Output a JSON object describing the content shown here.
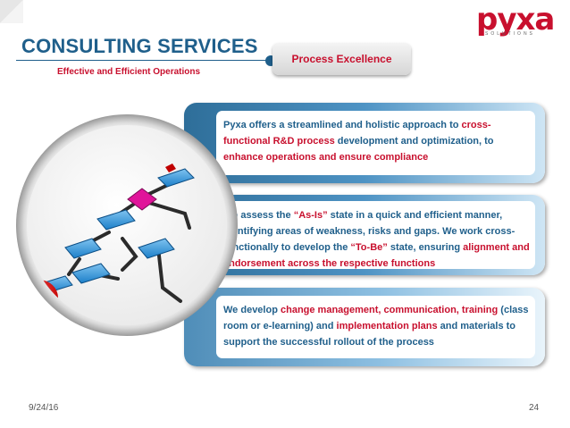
{
  "header": {
    "title": "CONSULTING SERVICES",
    "subtitle": "Effective and Efficient Operations",
    "tab_label": "Process Excellence"
  },
  "logo": {
    "wordmark": "pyxa",
    "tagline": "SOLUTIONS"
  },
  "panels": [
    {
      "runs": [
        {
          "t": "Pyxa offers a streamlined and holistic approach to ",
          "hl": false
        },
        {
          "t": "cross-functional R&D process",
          "hl": true
        },
        {
          "t": " development and optimization, to ",
          "hl": false
        },
        {
          "t": "enhance operations and ensure compliance",
          "hl": true
        }
      ]
    },
    {
      "runs": [
        {
          "t": "We assess the ",
          "hl": false
        },
        {
          "t": "“As-Is”",
          "hl": true
        },
        {
          "t": " state in a quick and efficient manner, identifying areas of weakness, risks and gaps. We work cross-functionally to develop the ",
          "hl": false
        },
        {
          "t": "“To-Be”",
          "hl": true
        },
        {
          "t": " state, ensuring ",
          "hl": false
        },
        {
          "t": "alignment and endorsement across the respective functions",
          "hl": true
        }
      ]
    },
    {
      "runs": [
        {
          "t": "We develop ",
          "hl": false
        },
        {
          "t": "change management, communication, training",
          "hl": true
        },
        {
          "t": " (class room or e-learning) and ",
          "hl": false
        },
        {
          "t": "implementation plans",
          "hl": true
        },
        {
          "t": " and materials to support the successful rollout of the process",
          "hl": false
        }
      ]
    }
  ],
  "footer": {
    "date": "9/24/16",
    "page": "24"
  },
  "colors": {
    "accent_red": "#c8102e",
    "brand_blue": "#1f5f8b"
  }
}
